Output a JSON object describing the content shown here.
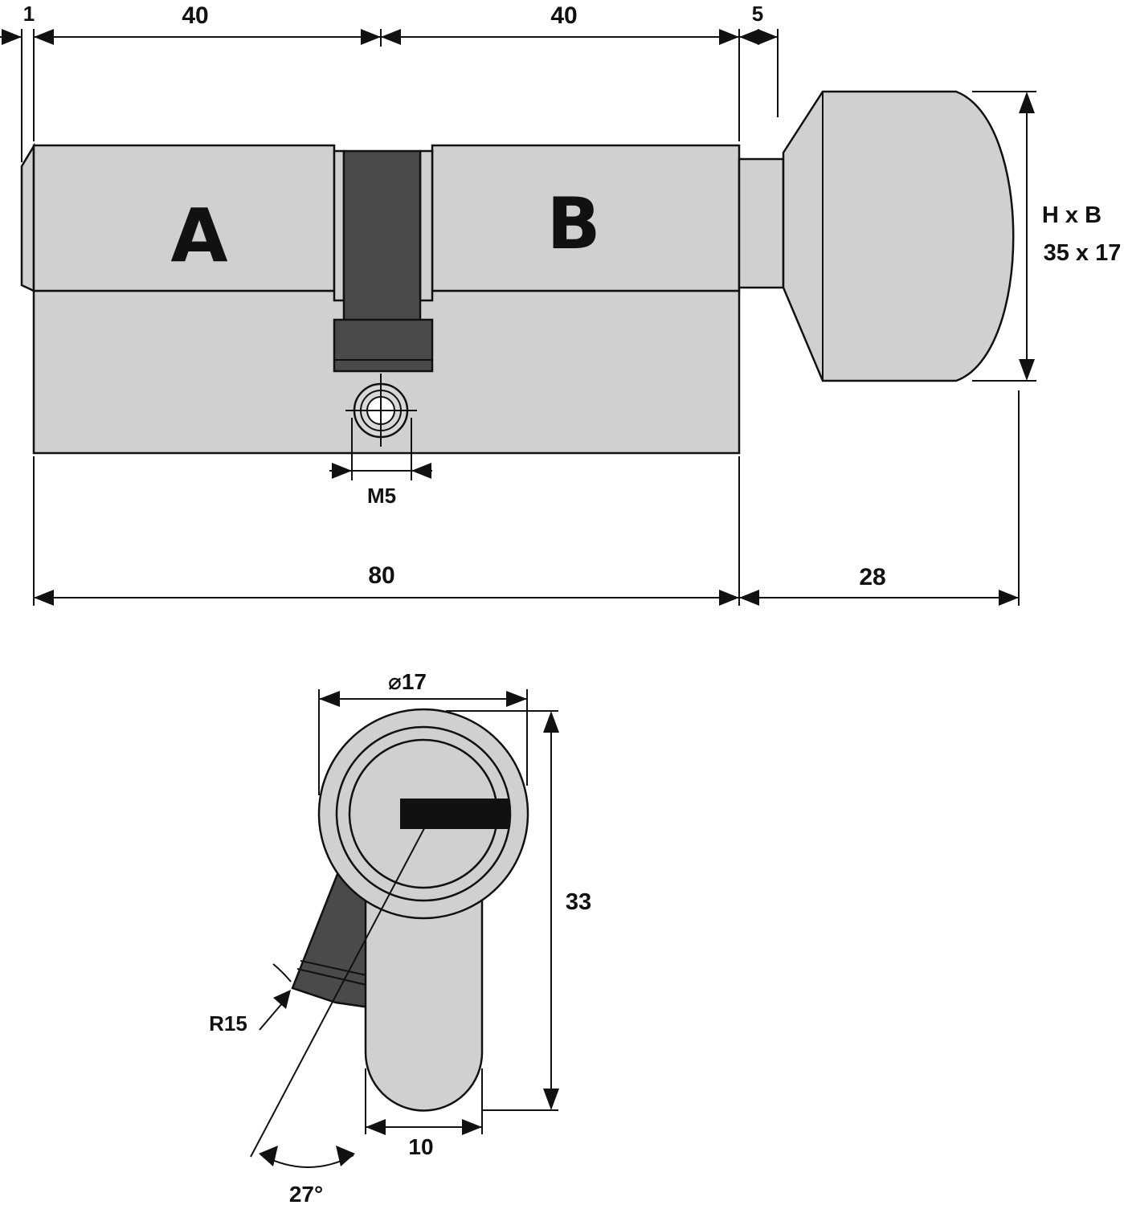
{
  "side_view": {
    "section_a": "A",
    "section_b": "B",
    "dimensions": {
      "offset": "1",
      "length_a": "40",
      "length_b": "40",
      "gap": "5",
      "total": "80",
      "knob_length": "28",
      "screw": "M5"
    },
    "knob_size_label": "H x B",
    "knob_size_value": "35 x 17"
  },
  "front_view": {
    "diameter": "⌀17",
    "height": "33",
    "width": "10",
    "radius": "R15",
    "angle": "27°"
  }
}
